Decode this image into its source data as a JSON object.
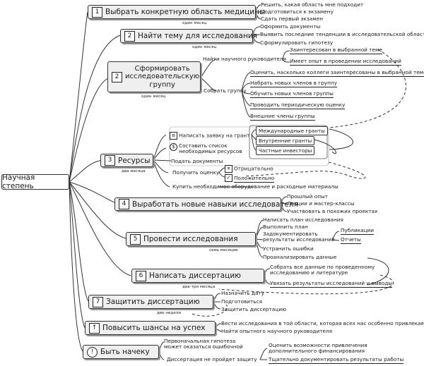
{
  "root": {
    "label": "Научная степень"
  },
  "steps": [
    {
      "num": "1",
      "label": "Выбрать конкретную область медицины",
      "duration": "один месяц",
      "items": [
        "Решить, какая область мне подходит",
        "Подготовиться к экзамену",
        "Сдать первый экзамен"
      ]
    },
    {
      "num": "2",
      "label": "Найти тему для исследования",
      "duration": "один месяц",
      "items": [
        "Оформить документы",
        "Выявить последние тенденции в исследовательской области",
        "Сформулировать гипотезу"
      ]
    },
    {
      "num": "2",
      "label": "Сформировать исследовательскую группу",
      "label_lines": [
        "Сформировать",
        "исследовательскую",
        "группу"
      ],
      "duration": "один месяц",
      "advisor": {
        "label": "Найти научного руководителя",
        "items": [
          "Заинтересован в выбранной теме",
          "Имеет опыт в проведении исследований"
        ]
      },
      "group": {
        "label": "Собрать группу",
        "items": [
          "Оценить, насколько коллеги заинтересованы в выбранной теме",
          "Набрать новых членов в группу",
          "Обучить новых членов группы",
          "Проводить периодическую оценку",
          "Внешние члены группы"
        ]
      }
    },
    {
      "num": "3",
      "label": "Ресурсы",
      "duration": "два месяца",
      "grant": {
        "label": "Написать заявку на грант",
        "items": [
          "Международные гранты",
          "Внутренние гранты",
          "Частные инвесторы"
        ]
      },
      "list": "Составить список необходимых ресурсов",
      "list_lines": [
        "Составить список",
        "необходимых ресурсов"
      ],
      "docs": "Подать документы",
      "review": {
        "label": "Получить оценку",
        "items": [
          "Отрицательно",
          "Положительно"
        ]
      },
      "buy": "Купить необходимое оборудование и расходные материалы"
    },
    {
      "num": "4",
      "label": "Выработать новые навыки исследователя",
      "items": [
        "Прошлый опыт",
        "Лекции и мастер-классы",
        "Участвовать в похожих проектах"
      ]
    },
    {
      "num": "5",
      "label": "Провести исследования",
      "duration": "семь месяцев",
      "items": [
        "Написать план исследования",
        "Выполнить план",
        "Задокументировать результаты исследований",
        "Устранить ошибки",
        "Проанализировать данные"
      ],
      "doc_lines": [
        "Задокументировать",
        "результаты исследований"
      ],
      "outputs": [
        "Публикации",
        "Отчеты"
      ]
    },
    {
      "num": "6",
      "label": "Написать диссертацию",
      "duration": "два-три месяца",
      "items": [
        "Собрать все данные по проведенному исследованию и литературе",
        "Увязать результаты исследований и выводы"
      ],
      "collect_lines": [
        "Собрать все данные по проведенному",
        "исследованию и литературе"
      ]
    },
    {
      "num": "7",
      "label": "Защитить диссертацию",
      "duration": "две недели",
      "items": [
        "Назначить дату",
        "Подготовиться",
        "Защитить диссертацию"
      ]
    },
    {
      "num": "↑",
      "label": "Повысить шансы на успех",
      "items": [
        "Вести исследования в той области, которая всех нас особенно привлекает",
        "Найти опытного научного руководителя"
      ]
    },
    {
      "num": "!",
      "label": "Быть начеку",
      "items": [
        "Первоначальная гипотеза может оказаться ошибочной",
        "Диссертация не пройдет защиту"
      ],
      "hyp_lines": [
        "Первоначальная гипотеза",
        "может оказаться ошибочной"
      ],
      "sub": [
        "Оценить возможности привлечения дополнительного финансирования",
        "Тщательно документировать результаты работы"
      ],
      "fund_lines": [
        "Оценить возможности привлечения",
        "дополнительного финансирования"
      ]
    }
  ]
}
